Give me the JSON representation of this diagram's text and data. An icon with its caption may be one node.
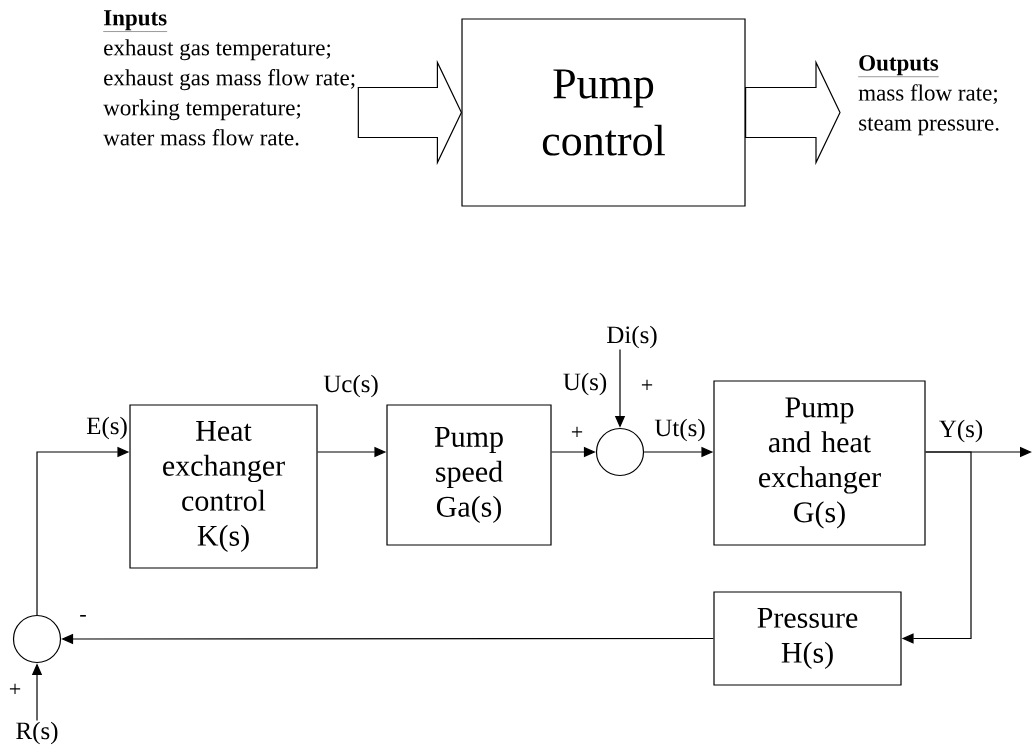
{
  "diagram": {
    "nodes": [
      {
        "text": [
          "Inputs",
          "exhaust gas temperature;",
          "exhaust gas mass flow rate;",
          "working temperature;",
          "water mass flow rate."
        ]
      },
      {
        "text": [
          "Pump control"
        ]
      },
      {
        "text": [
          "Outputs",
          "mass flow rate;",
          "steam pressure."
        ]
      },
      {
        "text": [],
        "shape": "circle"
      },
      {
        "text": [
          "Heat exchanger control K(s)"
        ]
      },
      {
        "text": [
          "Pump speed Ga(s)"
        ]
      },
      {
        "text": [],
        "shape": "circle"
      },
      {
        "text": [
          "Pump and heat exchanger G(s)"
        ]
      },
      {
        "text": [
          "Pressure H(s)"
        ]
      },
      {
        "text": [
          "R(s)"
        ]
      },
      {
        "text": [
          "Di(s)"
        ]
      }
    ],
    "edges": [
      {
        "from": 0,
        "to": 1,
        "arrow": "to"
      },
      {
        "from": 1,
        "to": 2,
        "arrow": "to"
      },
      {
        "from": 9,
        "to": 3,
        "arrow": "to"
      },
      {
        "from": 3,
        "to": 4,
        "arrow": "to",
        "label": "E(s)"
      },
      {
        "from": 4,
        "to": 5,
        "arrow": "to",
        "label": "Uc(s)"
      },
      {
        "from": 5,
        "to": 6,
        "arrow": "to"
      },
      {
        "from": 10,
        "to": 6,
        "arrow": "to"
      },
      {
        "from": 6,
        "to": 7,
        "arrow": "to",
        "label": "Ut(s)"
      },
      {
        "from": 7,
        "to": null,
        "arrow": "to",
        "label": "Y(s)"
      },
      {
        "from": 7,
        "to": 8,
        "arrow": "to"
      },
      {
        "from": 8,
        "to": 3,
        "arrow": "to"
      }
    ],
    "labels": [
      "U(s)",
      "+",
      "+",
      "-",
      "+"
    ]
  }
}
